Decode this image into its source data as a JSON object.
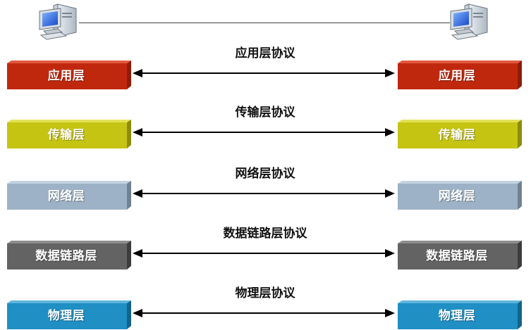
{
  "colors": {
    "application": "#c0280e",
    "transport": "#c6c413",
    "network": "#9db2c6",
    "datalink": "#636363",
    "physical": "#1f8fc4"
  },
  "icons": {
    "left_host": "desktop-computer-icon",
    "right_host": "desktop-computer-icon"
  },
  "layers": [
    {
      "id": "application",
      "name": "应用层",
      "protocol": "应用层协议"
    },
    {
      "id": "transport",
      "name": "传输层",
      "protocol": "传输层协议"
    },
    {
      "id": "network",
      "name": "网络层",
      "protocol": "网络层协议"
    },
    {
      "id": "datalink",
      "name": "数据链路层",
      "protocol": "数据链路层协议"
    },
    {
      "id": "physical",
      "name": "物理层",
      "protocol": "物理层协议"
    }
  ]
}
